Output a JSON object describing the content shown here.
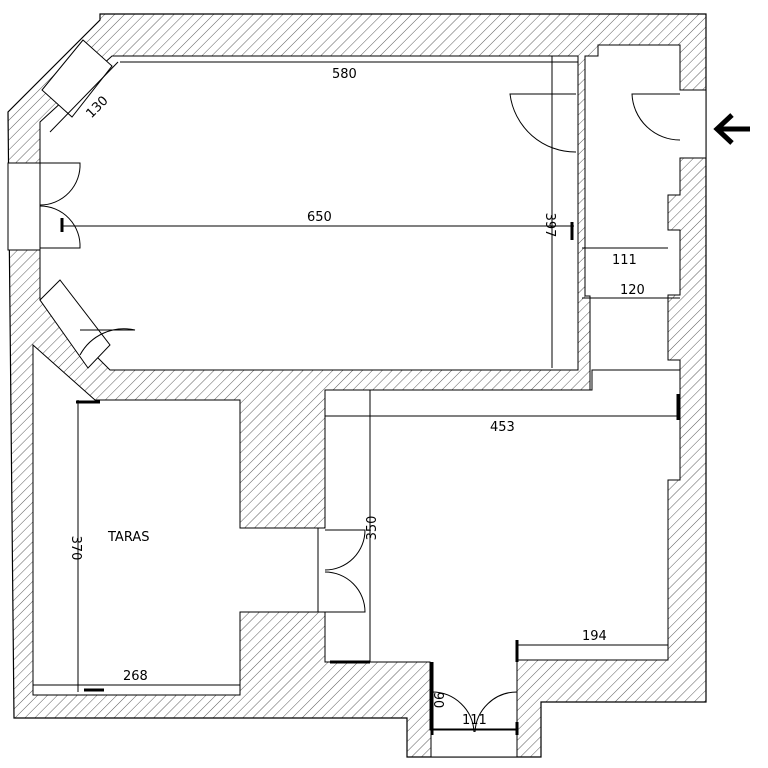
{
  "plan": {
    "room_label": "TARAS",
    "dimensions": {
      "main_room_width": "580",
      "main_room_full_width": "650",
      "main_room_depth": "397",
      "diagonal_window": "130",
      "hall_width_upper": "111",
      "hall_width_lower": "120",
      "living_width": "453",
      "living_depth": "350",
      "terrace_depth": "370",
      "terrace_width": "268",
      "bottom_right_wall": "194",
      "balcony_width": "111",
      "balcony_depth": "90"
    },
    "entrance_icon": "arrow-left-icon"
  }
}
